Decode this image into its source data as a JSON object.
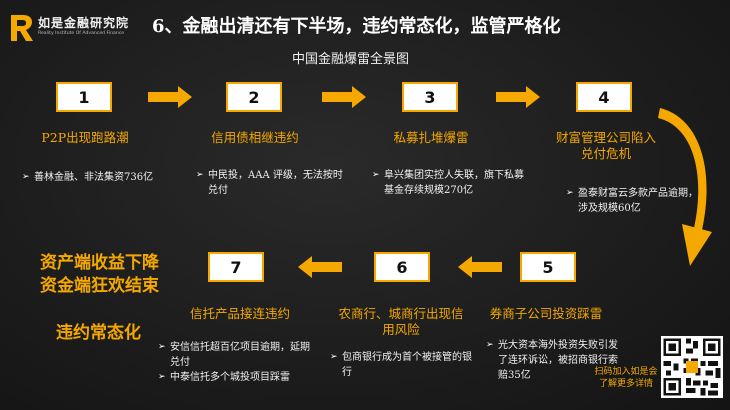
{
  "brand": {
    "name": "如是金融研究院",
    "subtitle": "Reality Institute Of Advanced Finance",
    "accent": "#f5a800"
  },
  "header": {
    "title": "6、金融出清还有下半场，违约常态化，监管严格化",
    "subtitle": "中国金融爆雷全景图"
  },
  "steps": [
    {
      "num": "1",
      "phase": "P2P出现跑路潮",
      "details": [
        "善林金融、非法集资736亿"
      ]
    },
    {
      "num": "2",
      "phase": "信用债相继违约",
      "details": [
        "中民投，AAA 评级，无法按时兑付"
      ]
    },
    {
      "num": "3",
      "phase": "私募扎堆爆雷",
      "details": [
        "阜兴集团实控人失联，旗下私募基金存续规模270亿"
      ]
    },
    {
      "num": "4",
      "phase": "财富管理公司陷入兑付危机",
      "details": [
        "盈泰财富云多款产品逾期，涉及规模60亿"
      ]
    },
    {
      "num": "5",
      "phase": "券商子公司投资踩雷",
      "details": [
        "光大资本海外投资失败引发了连环诉讼，被招商银行索赔35亿"
      ]
    },
    {
      "num": "6",
      "phase": "农商行、城商行出现信用风险",
      "details": [
        "包商银行成为首个被接管的银行"
      ]
    },
    {
      "num": "7",
      "phase": "信托产品接连违约",
      "details": [
        "安信信托超百亿项目逾期，延期兑付",
        "中泰信托多个城投项目踩雷"
      ]
    }
  ],
  "summary": {
    "line1": "资产端收益下降",
    "line2": "资金端狂欢结束",
    "line3": "违约常态化"
  },
  "qr": {
    "caption": "扫码加入如是会了解更多详情"
  }
}
